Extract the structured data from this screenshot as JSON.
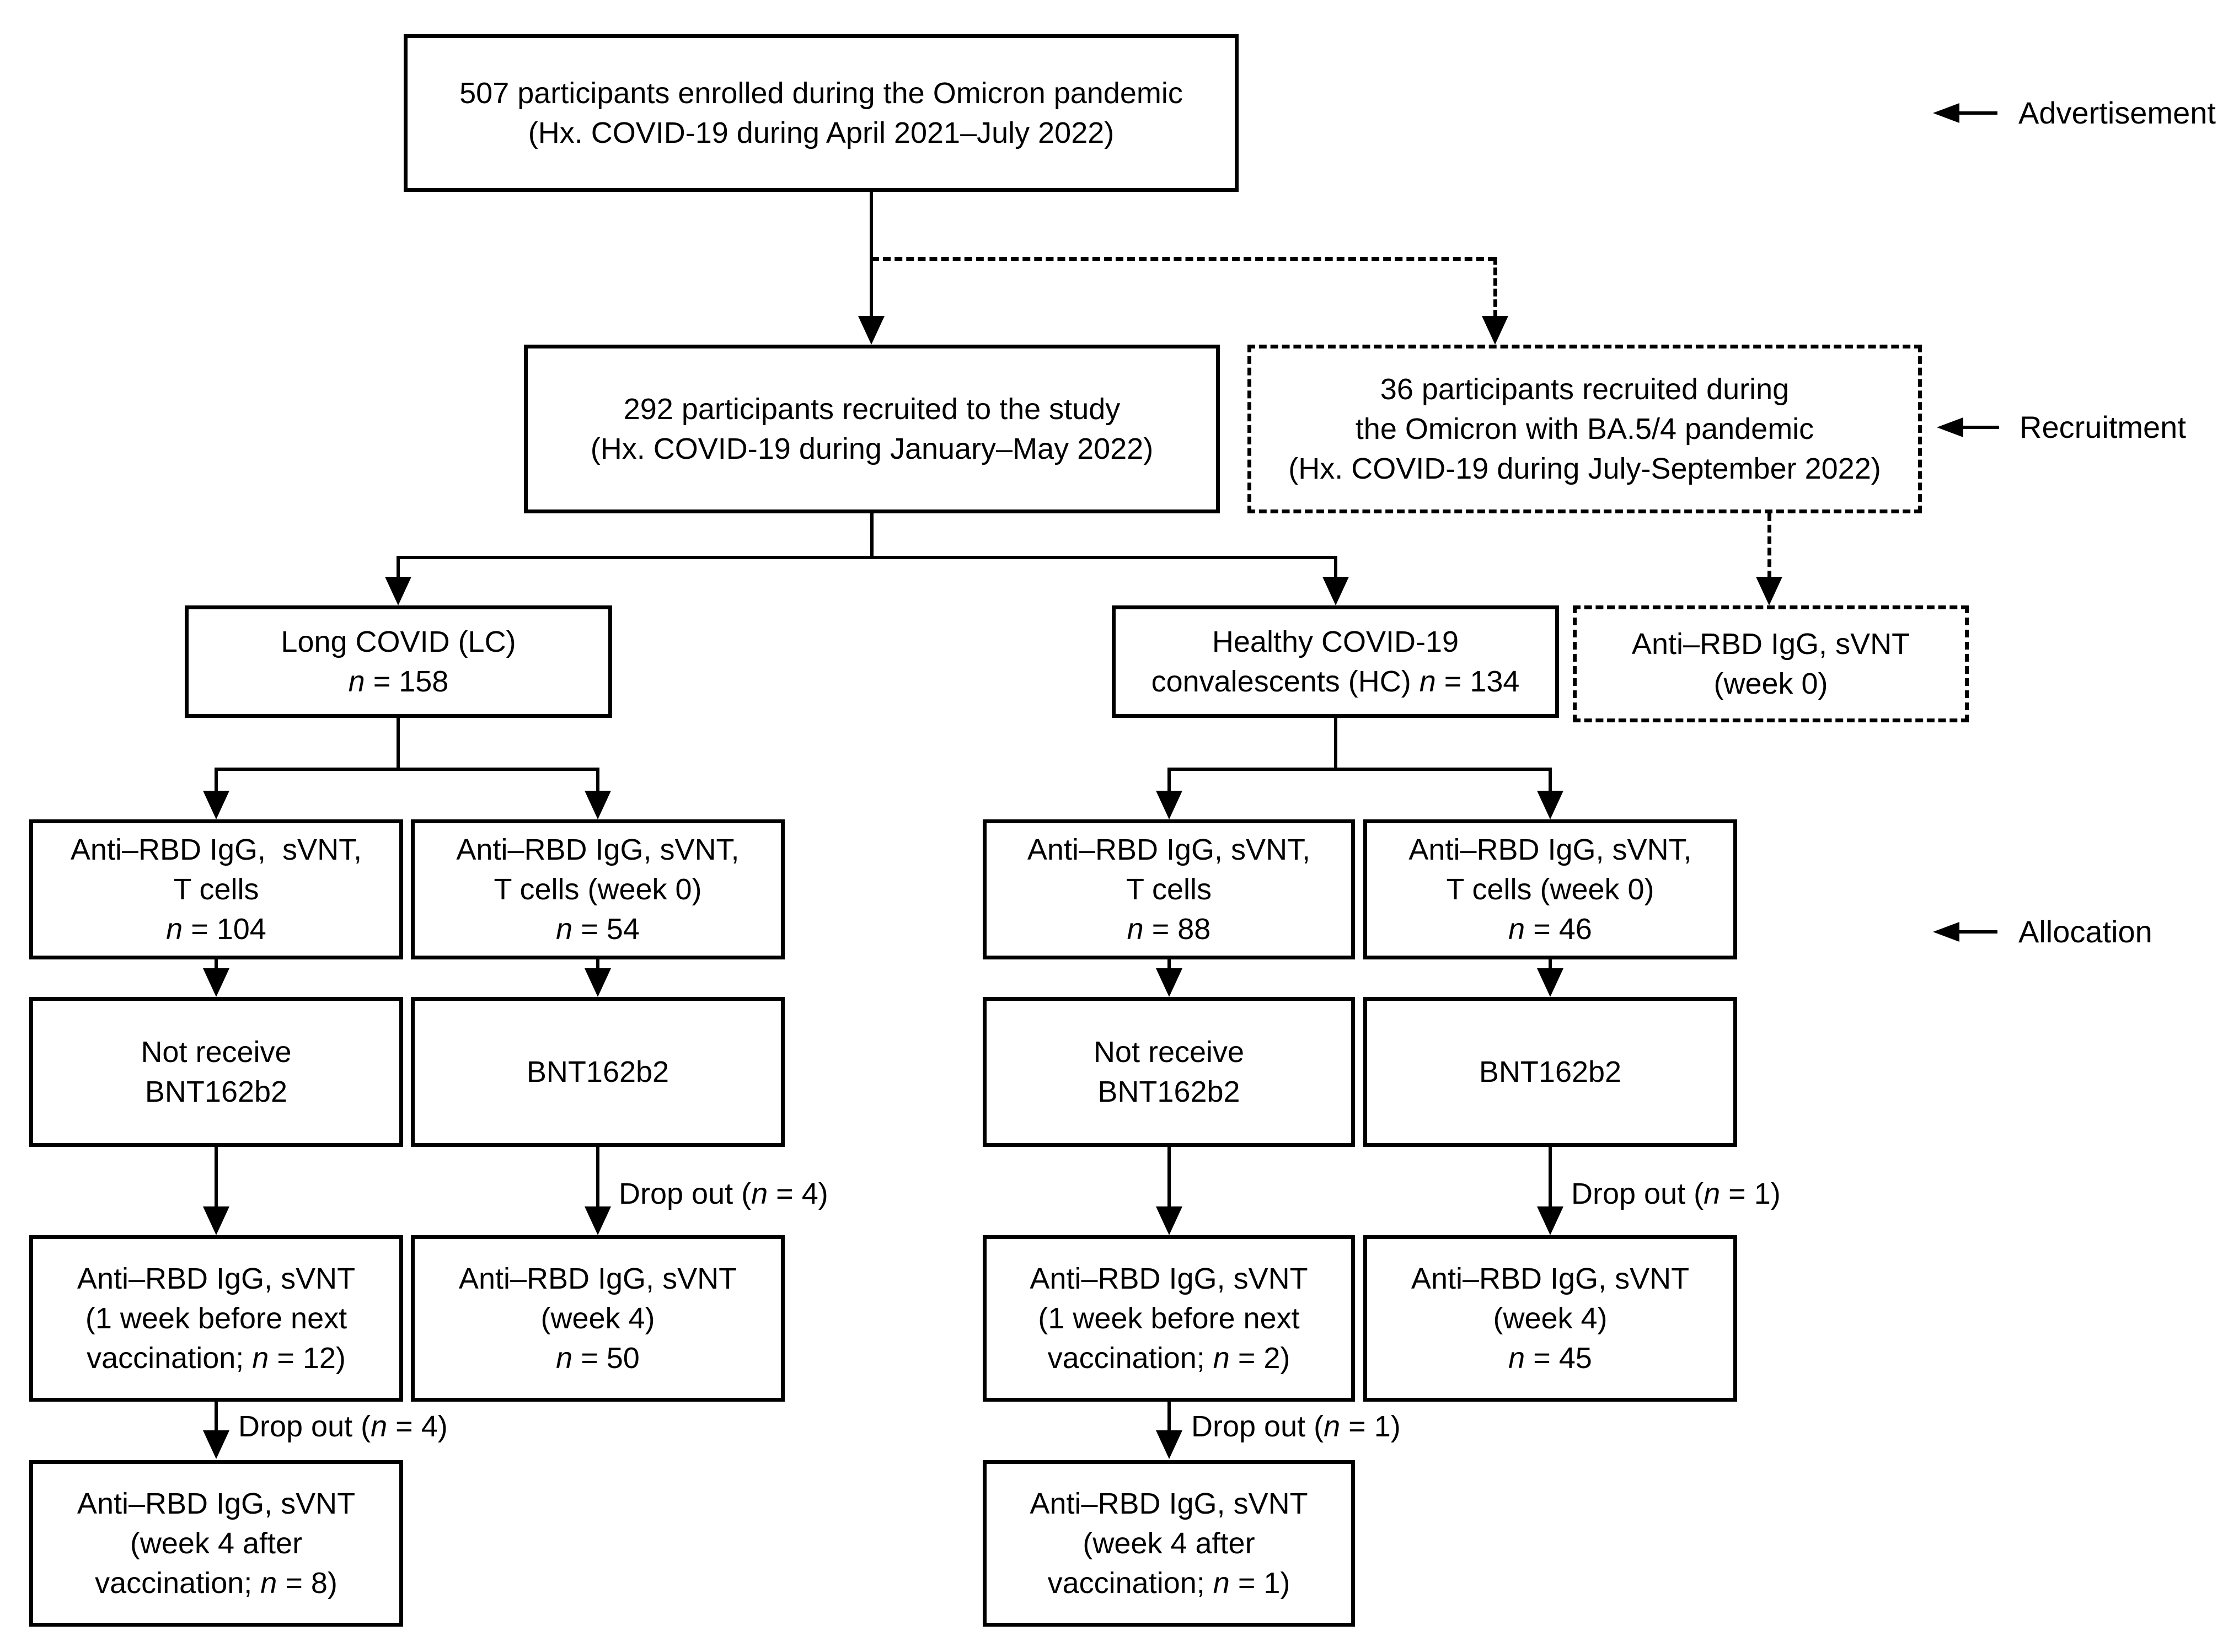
{
  "stages": {
    "advertisement": "Advertisement",
    "recruitment": "Recruitment",
    "allocation": "Allocation"
  },
  "nodes": {
    "enroll": {
      "lines": [
        [
          {
            "t": "507 participants enrolled during the Omicron pandemic"
          }
        ],
        [
          {
            "t": "(Hx. COVID-19 during April 2021–July 2022)"
          }
        ]
      ]
    },
    "recruit292": {
      "lines": [
        [
          {
            "t": "292 participants recruited to the study"
          }
        ],
        [
          {
            "t": "(Hx. COVID-19 during January–May 2022)"
          }
        ]
      ]
    },
    "recruit36": {
      "lines": [
        [
          {
            "t": "36 participants recruited during"
          }
        ],
        [
          {
            "t": "the Omicron with BA.5/4 pandemic"
          }
        ],
        [
          {
            "t": "(Hx. COVID-19 during July-September 2022)"
          }
        ]
      ]
    },
    "lc": {
      "lines": [
        [
          {
            "t": "Long COVID (LC)"
          }
        ],
        [
          {
            "t": "n",
            "i": true
          },
          {
            "t": " = 158"
          }
        ]
      ]
    },
    "hc": {
      "lines": [
        [
          {
            "t": "Healthy COVID-19"
          }
        ],
        [
          {
            "t": "convalescents (HC) "
          },
          {
            "t": "n",
            "i": true
          },
          {
            "t": " = 134"
          }
        ]
      ]
    },
    "week0": {
      "lines": [
        [
          {
            "t": "Anti–RBD IgG, sVNT"
          }
        ],
        [
          {
            "t": "(week 0)"
          }
        ]
      ]
    },
    "lc_novax_alloc": {
      "lines": [
        [
          {
            "t": "Anti–RBD IgG,  sVNT,"
          }
        ],
        [
          {
            "t": "T cells"
          }
        ],
        [
          {
            "t": "n",
            "i": true
          },
          {
            "t": " = 104"
          }
        ]
      ]
    },
    "lc_bnt_alloc": {
      "lines": [
        [
          {
            "t": "Anti–RBD IgG, sVNT,"
          }
        ],
        [
          {
            "t": "T cells (week 0)"
          }
        ],
        [
          {
            "t": "n",
            "i": true
          },
          {
            "t": " = 54"
          }
        ]
      ]
    },
    "hc_novax_alloc": {
      "lines": [
        [
          {
            "t": "Anti–RBD IgG, sVNT,"
          }
        ],
        [
          {
            "t": "T cells"
          }
        ],
        [
          {
            "t": "n",
            "i": true
          },
          {
            "t": " = 88"
          }
        ]
      ]
    },
    "hc_bnt_alloc": {
      "lines": [
        [
          {
            "t": "Anti–RBD IgG, sVNT,"
          }
        ],
        [
          {
            "t": "T cells (week 0)"
          }
        ],
        [
          {
            "t": "n",
            "i": true
          },
          {
            "t": " = 46"
          }
        ]
      ]
    },
    "lc_novax_tx": {
      "lines": [
        [
          {
            "t": "Not receive"
          }
        ],
        [
          {
            "t": "BNT162b2"
          }
        ]
      ]
    },
    "lc_bnt_tx": {
      "lines": [
        [
          {
            "t": "BNT162b2"
          }
        ]
      ]
    },
    "hc_novax_tx": {
      "lines": [
        [
          {
            "t": "Not receive"
          }
        ],
        [
          {
            "t": "BNT162b2"
          }
        ]
      ]
    },
    "hc_bnt_tx": {
      "lines": [
        [
          {
            "t": "BNT162b2"
          }
        ]
      ]
    },
    "lc_novax_as": {
      "lines": [
        [
          {
            "t": "Anti–RBD IgG, sVNT"
          }
        ],
        [
          {
            "t": "(1 week before next"
          }
        ],
        [
          {
            "t": "vaccination; "
          },
          {
            "t": "n",
            "i": true
          },
          {
            "t": " = 12)"
          }
        ]
      ]
    },
    "lc_bnt_as": {
      "lines": [
        [
          {
            "t": "Anti–RBD IgG, sVNT"
          }
        ],
        [
          {
            "t": "(week 4)"
          }
        ],
        [
          {
            "t": "n",
            "i": true
          },
          {
            "t": " = 50"
          }
        ]
      ]
    },
    "hc_novax_as": {
      "lines": [
        [
          {
            "t": "Anti–RBD IgG, sVNT"
          }
        ],
        [
          {
            "t": "(1 week before next"
          }
        ],
        [
          {
            "t": "vaccination; "
          },
          {
            "t": "n",
            "i": true
          },
          {
            "t": " = 2)"
          }
        ]
      ]
    },
    "hc_bnt_as": {
      "lines": [
        [
          {
            "t": "Anti–RBD IgG, sVNT"
          }
        ],
        [
          {
            "t": "(week 4)"
          }
        ],
        [
          {
            "t": "n",
            "i": true
          },
          {
            "t": " = 45"
          }
        ]
      ]
    },
    "lc_novax_fin": {
      "lines": [
        [
          {
            "t": "Anti–RBD IgG, sVNT"
          }
        ],
        [
          {
            "t": "(week 4 after"
          }
        ],
        [
          {
            "t": "vaccination; "
          },
          {
            "t": "n",
            "i": true
          },
          {
            "t": " = 8)"
          }
        ]
      ]
    },
    "hc_novax_fin": {
      "lines": [
        [
          {
            "t": "Anti–RBD IgG, sVNT"
          }
        ],
        [
          {
            "t": "(week 4 after"
          }
        ],
        [
          {
            "t": "vaccination; "
          },
          {
            "t": "n",
            "i": true
          },
          {
            "t": " = 1)"
          }
        ]
      ]
    }
  },
  "dropout_labels": {
    "lc_bnt": [
      {
        "t": "Drop out ("
      },
      {
        "t": "n",
        "i": true
      },
      {
        "t": " = 4)"
      }
    ],
    "hc_bnt": [
      {
        "t": "Drop out ("
      },
      {
        "t": "n",
        "i": true
      },
      {
        "t": " = 1)"
      }
    ],
    "lc_novax": [
      {
        "t": "Drop out ("
      },
      {
        "t": "n",
        "i": true
      },
      {
        "t": " = 4)"
      }
    ],
    "hc_novax": [
      {
        "t": "Drop out ("
      },
      {
        "t": "n",
        "i": true
      },
      {
        "t": " = 1)"
      }
    ]
  },
  "colors": {
    "ink": "#000000",
    "background": "#ffffff"
  }
}
